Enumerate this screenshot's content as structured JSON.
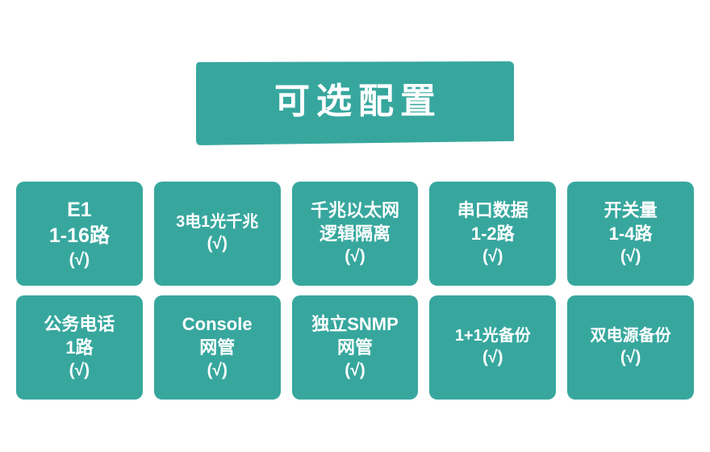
{
  "banner": {
    "title": "可选配置"
  },
  "theme": {
    "accent": "#37a79e",
    "text_on_accent": "#ffffff",
    "page_background": "#ffffff"
  },
  "options": {
    "rows": [
      [
        {
          "lines": [
            "E1",
            "1-16路"
          ],
          "check": "(√)"
        },
        {
          "lines": [
            "3电1光千兆"
          ],
          "check": "(√)"
        },
        {
          "lines": [
            "千兆以太网",
            "逻辑隔离"
          ],
          "check": "(√)"
        },
        {
          "lines": [
            "串口数据",
            "1-2路"
          ],
          "check": "(√)"
        },
        {
          "lines": [
            "开关量",
            "1-4路"
          ],
          "check": "(√)"
        }
      ],
      [
        {
          "lines": [
            "公务电话",
            "1路"
          ],
          "check": "(√)"
        },
        {
          "lines": [
            "Console",
            "网管"
          ],
          "check": "(√)"
        },
        {
          "lines": [
            "独立SNMP",
            "网管"
          ],
          "check": "(√)"
        },
        {
          "lines": [
            "1+1光备份"
          ],
          "check": "(√)"
        },
        {
          "lines": [
            "双电源备份"
          ],
          "check": "(√)"
        }
      ]
    ]
  }
}
